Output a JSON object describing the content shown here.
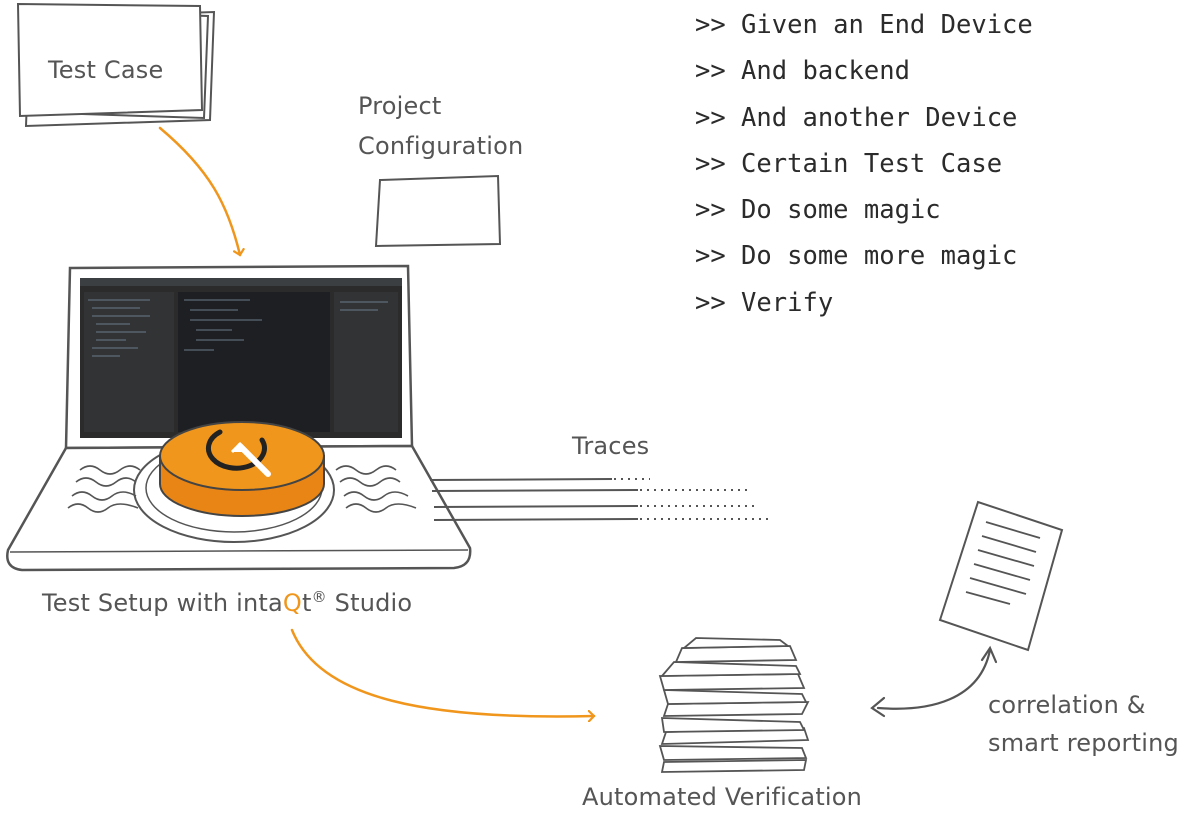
{
  "labels": {
    "test_case": "Test Case",
    "project_config_line1": "Project",
    "project_config_line2": "Configuration",
    "traces": "Traces",
    "setup_prefix": "Test Setup with inta",
    "setup_q": "Q",
    "setup_t": "t",
    "setup_reg": "®",
    "setup_suffix": " Studio",
    "automated_verification": "Automated Verification",
    "correlation_line1": "correlation &",
    "correlation_line2": "smart reporting"
  },
  "script_lines": [
    ">> Given an End Device",
    ">> And backend",
    ">> And another Device",
    ">> Certain Test Case",
    ">> Do some magic",
    ">> Do some more magic",
    ">> Verify"
  ],
  "colors": {
    "accent_orange": "#f0961c",
    "sketch_gray": "#5e5e5e",
    "screen_dark": "#2b2b2b"
  },
  "icons": {
    "arrow": "hand-drawn-arrow",
    "logo": "intaqt-hardware-puck"
  }
}
